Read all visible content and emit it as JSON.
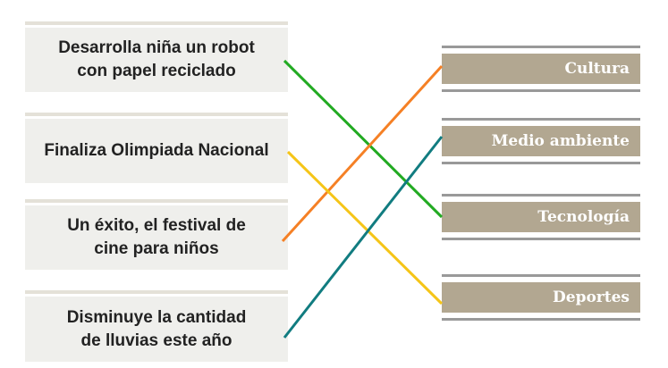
{
  "headlines": [
    {
      "line1": "Desarrolla niña un robot",
      "line2": "con papel reciclado"
    },
    {
      "line1": "Finaliza Olimpiada Nacional",
      "line2": ""
    },
    {
      "line1": "Un éxito, el festival de",
      "line2": "cine para niños"
    },
    {
      "line1": "Disminuye la cantidad",
      "line2": "de lluvias este año"
    }
  ],
  "categories": [
    "Cultura",
    "Medio ambiente",
    "Tecnología",
    "Deportes"
  ],
  "matches": [
    {
      "headline": "Desarrolla niña un robot con papel reciclado",
      "category": "Tecnología",
      "color": "#22aa22"
    },
    {
      "headline": "Finaliza Olimpiada Nacional",
      "category": "Deportes",
      "color": "#f5c518"
    },
    {
      "headline": "Un éxito, el festival de cine para niños",
      "category": "Cultura",
      "color": "#f58025"
    },
    {
      "headline": "Disminuye la cantidad de lluvias este año",
      "category": "Medio ambiente",
      "color": "#117c80"
    }
  ]
}
